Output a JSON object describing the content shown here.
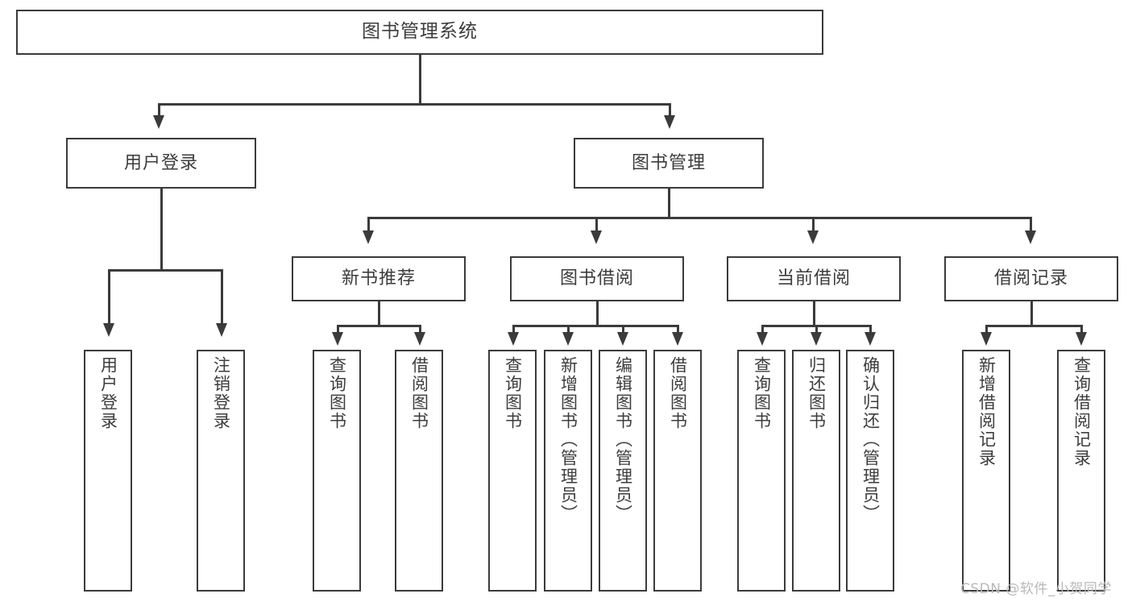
{
  "diagram": {
    "title": "图书管理系统",
    "watermark": "CSDN @软件_小贺同学",
    "colors": {
      "stroke": "#3b3b3b",
      "text": "#3d3d3d",
      "background": "#ffffff",
      "watermark": "#b9b9b9"
    }
  },
  "nodes": {
    "root": {
      "label": "图书管理系统"
    },
    "level1": [
      {
        "label": "用户登录"
      },
      {
        "label": "图书管理"
      }
    ],
    "level2": [
      {
        "label": "新书推荐"
      },
      {
        "label": "图书借阅"
      },
      {
        "label": "当前借阅"
      },
      {
        "label": "借阅记录"
      }
    ],
    "leaves": {
      "user_login": [
        {
          "label": "用户登录"
        },
        {
          "label": "注销登录"
        }
      ],
      "new_book": [
        {
          "label": "查询图书"
        },
        {
          "label": "借阅图书"
        }
      ],
      "book_borrow": [
        {
          "label": "查询图书"
        },
        {
          "label": "新增图书（管理员）"
        },
        {
          "label": "编辑图书（管理员）"
        },
        {
          "label": "借阅图书"
        }
      ],
      "current_borrow": [
        {
          "label": "查询图书"
        },
        {
          "label": "归还图书"
        },
        {
          "label": "确认归还（管理员）"
        }
      ],
      "borrow_record": [
        {
          "label": "新增借阅记录"
        },
        {
          "label": "查询借阅记录"
        }
      ]
    }
  }
}
